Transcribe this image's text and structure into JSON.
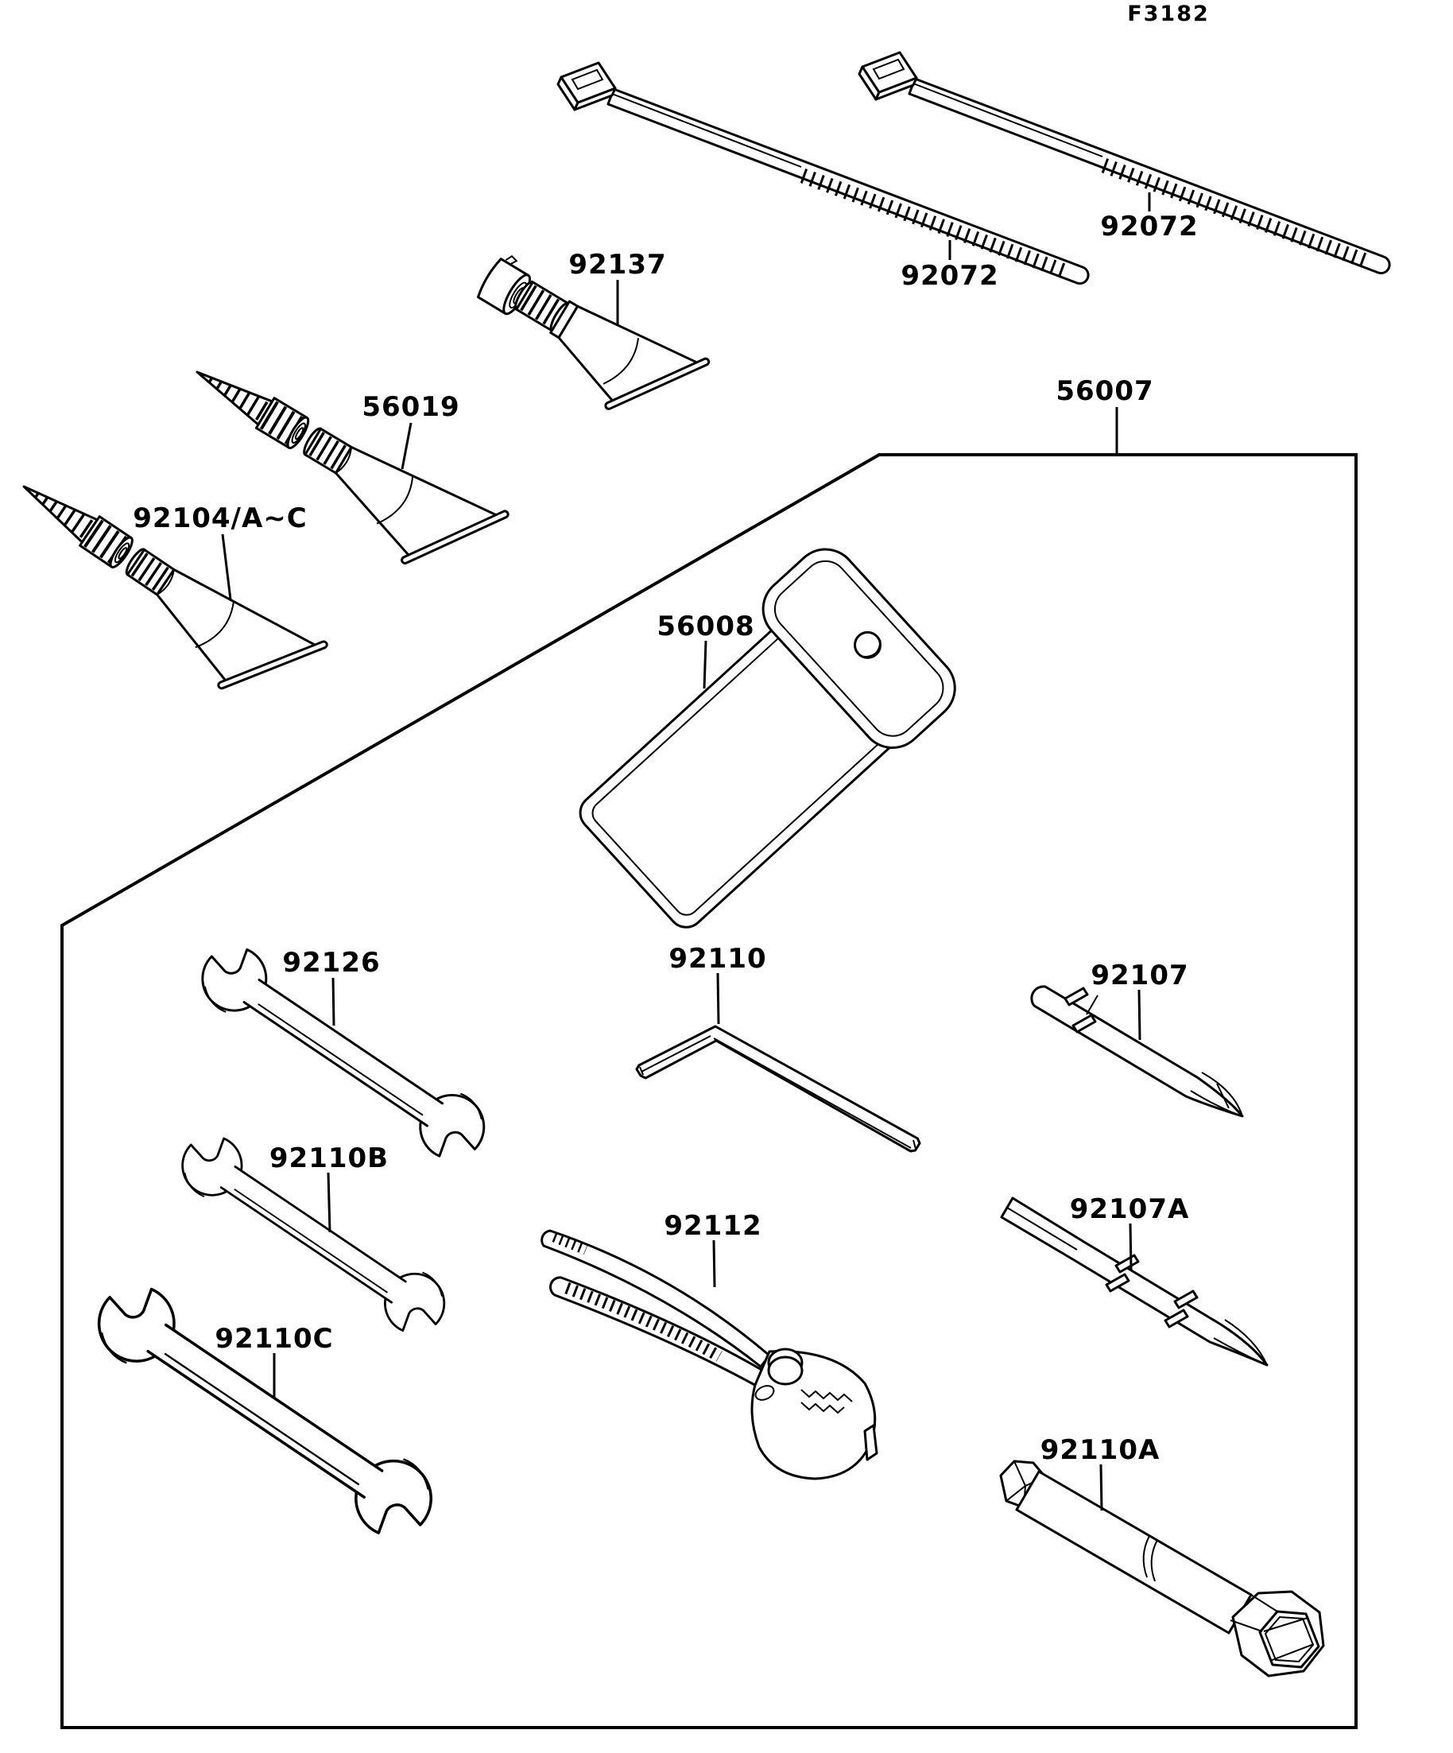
{
  "figure": {
    "code": "F3182"
  },
  "diagram": {
    "type": "parts-diagram",
    "colors": {
      "line": "#000000",
      "background": "#ffffff"
    },
    "parts": [
      {
        "id": "tie-left",
        "number": "92072"
      },
      {
        "id": "tie-right",
        "number": "92072"
      },
      {
        "id": "tube-92137",
        "number": "92137"
      },
      {
        "id": "tube-56019",
        "number": "56019"
      },
      {
        "id": "tube-92104",
        "number": "92104/A~C"
      },
      {
        "id": "case-56007",
        "number": "56007"
      },
      {
        "id": "pouch-56008",
        "number": "56008"
      },
      {
        "id": "wrench-92126",
        "number": "92126"
      },
      {
        "id": "hexkey-92110",
        "number": "92110"
      },
      {
        "id": "driver-92107",
        "number": "92107"
      },
      {
        "id": "wrench-92110b",
        "number": "92110B"
      },
      {
        "id": "pliers-92112",
        "number": "92112"
      },
      {
        "id": "driver-92107a",
        "number": "92107A"
      },
      {
        "id": "wrench-92110c",
        "number": "92110C"
      },
      {
        "id": "plugwrench-92110a",
        "number": "92110A"
      }
    ]
  }
}
